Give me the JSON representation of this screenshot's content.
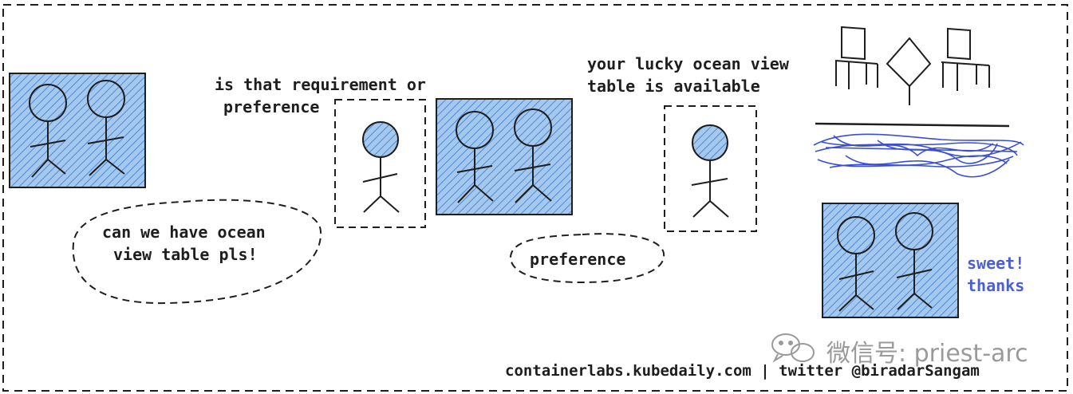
{
  "texts": {
    "request": [
      "can we have ocean",
      "view table pls!"
    ],
    "question": [
      "is that requirement or",
      "preference"
    ],
    "answer": "preference",
    "available": [
      "your lucky ocean view",
      "table is available"
    ],
    "thanks": [
      "sweet!",
      "thanks"
    ],
    "footer": "containerlabs.kubedaily.com | twitter @biradarSangam",
    "watermark": "微信号: priest-arc"
  },
  "colors": {
    "ink": "#1e1e1e",
    "box_fill": "#a5c8ef",
    "hatch": "#4f8ad6",
    "head_fill": "#a5c8ef",
    "accent_text": "#4a5fd1",
    "scribble": "#3b4fd0",
    "watermark": "#9a9a9a"
  },
  "icons": {
    "watermark_logo": "wechat-icon"
  }
}
